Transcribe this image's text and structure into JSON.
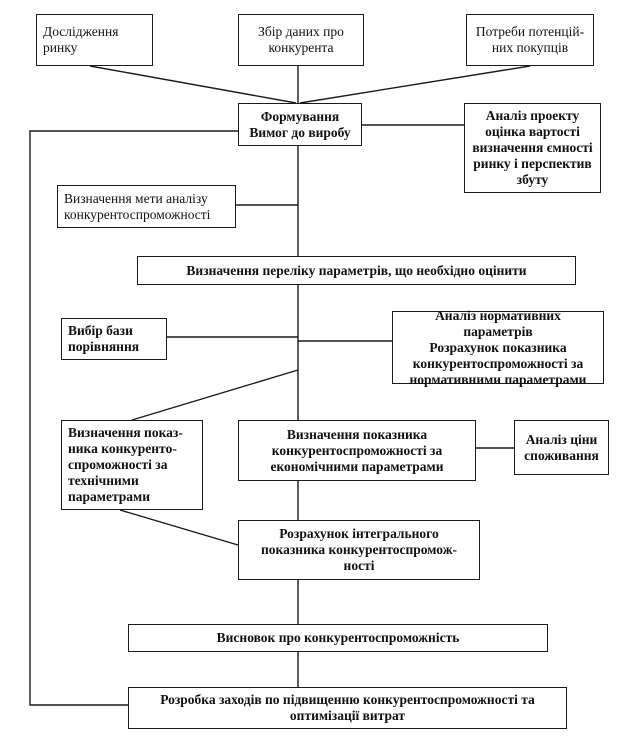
{
  "diagram": {
    "nodes": {
      "market_research": "Дослідження\nринку",
      "competitor_data": "Збір даних про\nконкурента",
      "buyer_needs": "Потреби потенцій-\nних покупців",
      "requirements": "Формування\nВимог до виробу",
      "project_analysis": "Аналіз проекту\nоцінка вартості\nвизначення ємності\nринку і перспектив\nзбуту",
      "analysis_goal": "Визначення мети аналізу\nконкурентоспроможності",
      "parameter_list": "Визначення переліку параметрів, що необхідно оцінити",
      "comparison_base": "Вибір бази\nпорівняння",
      "normative_analysis": "Аналіз нормативних параметрів\nРозрахунок показника\nконкурентоспроможності за\nнормативними параметрами",
      "technical_index": "Визначення показ-\nника конкурентo-\nспроможності за\nтехнічними\nпараметрами",
      "economic_index": "Визначення показника\nконкурентоспроможності за\nекономічними параметрами",
      "consumption_price": "Аналіз ціни\nспоживання",
      "integral_index": "Розрахунок інтегрального\nпоказника конкурентоспромож-\nності",
      "conclusion": "Висновок про конкурентоспроможність",
      "measures": "Розробка заходів по підвищенню конкурентоспроможності та\nоптимізації витрат"
    }
  }
}
